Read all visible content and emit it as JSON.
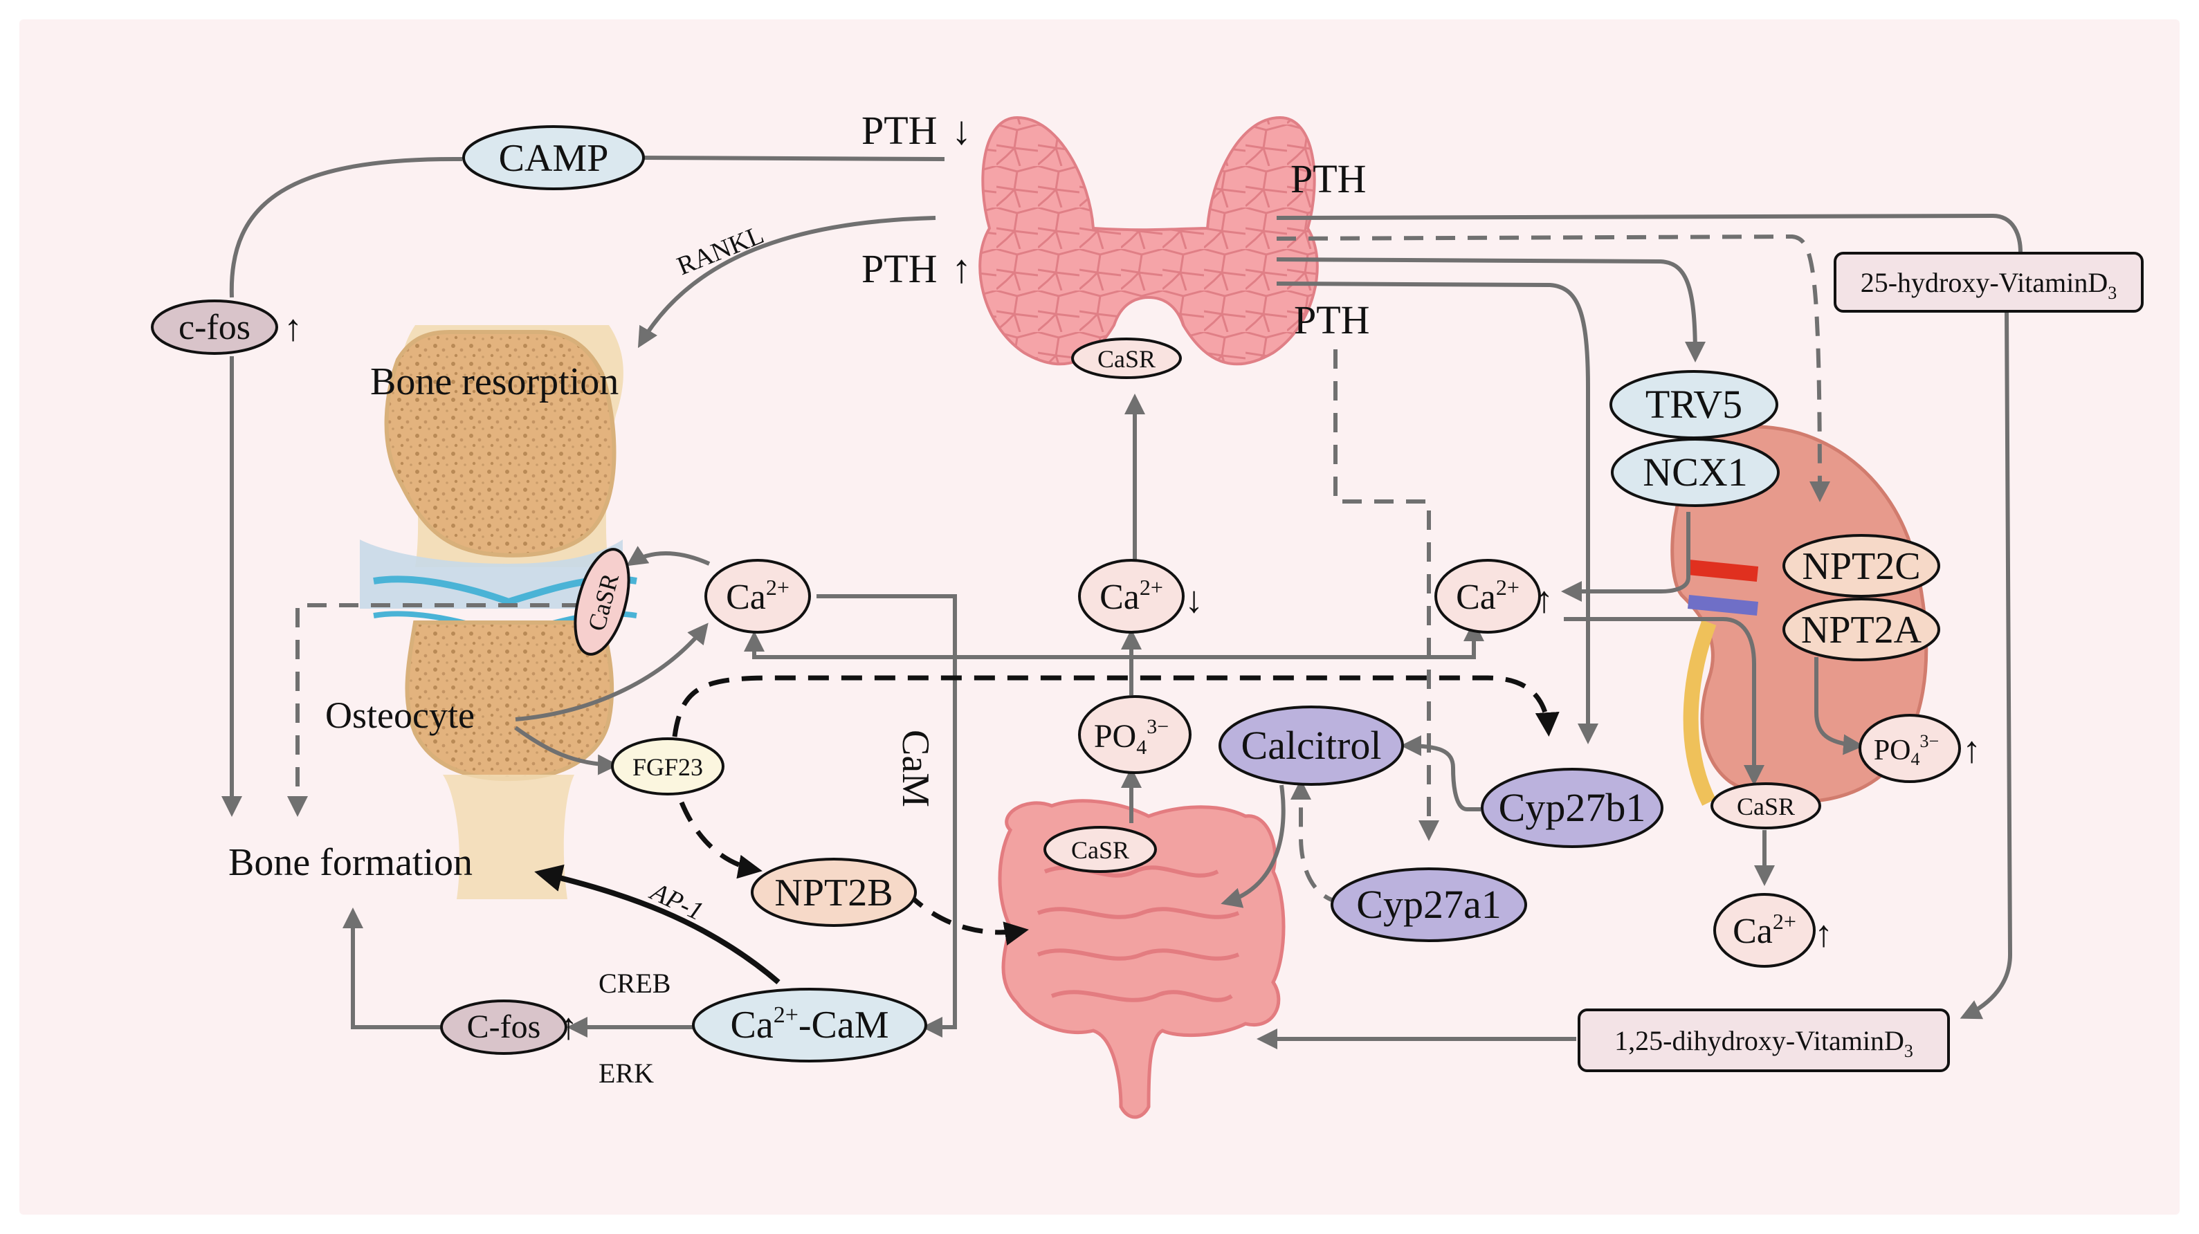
{
  "labels": {
    "pth_down": "PTH",
    "pth_up": "PTH",
    "pth_right": "PTH",
    "pth_mid": "PTH",
    "rankl": "RANKL",
    "bone_resorption": "Bone resorption",
    "bone_formation": "Bone formation",
    "osteocyte": "Osteocyte",
    "cam": "CaM",
    "ap1": "AP-1",
    "creb": "CREB",
    "erk": "ERK",
    "up_arrow": "↑",
    "down_arrow": "↓"
  },
  "nodes": {
    "camp": "CAMP",
    "c_fos_top": "c-fos",
    "c_fos_bottom": "C-fos",
    "casr_thyroid": "CaSR",
    "casr_bone": "CaSR",
    "casr_intestine": "CaSR",
    "casr_kidney": "CaSR",
    "ca_bone": "Ca",
    "ca_mid": "Ca",
    "ca_kidney": "Ca",
    "ca_kidney_bottom": "Ca",
    "ca_charge": "2+",
    "po4_mid": "PO",
    "po4_kidney": "PO",
    "po4_sub": "4",
    "po4_charge": "3−",
    "fgf23": "FGF23",
    "npt2b": "NPT2B",
    "ca_cam_prefix": "Ca",
    "ca_cam_suffix": "-CaM",
    "calcitrol": "Calcitrol",
    "cyp27b1": "Cyp27b1",
    "cyp27a1": "Cyp27a1",
    "trv5": "TRV5",
    "ncx1": "NCX1",
    "npt2c": "NPT2C",
    "npt2a": "NPT2A",
    "vitd25_prefix": "25-hydroxy-VitaminD",
    "vitd25_sub": "3",
    "vitd125_prefix": "1,25-dihydroxy-VitaminD",
    "vitd125_sub": "3"
  },
  "colors": {
    "background": "#fcf1f2",
    "arrow": "#707070",
    "black_arrow": "#111111",
    "node_blue": "#dbe8ef",
    "node_pink": "#f9e3e0",
    "node_mauve": "#d9c4ca",
    "node_purple": "#bbb2dd",
    "node_peach": "#f6d9c8",
    "node_cream": "#fbf6df",
    "thyroid": "#f49ea3",
    "bone": "#ecd0a2",
    "kidney": "#e79a8c",
    "intestine": "#f2a2a1"
  }
}
